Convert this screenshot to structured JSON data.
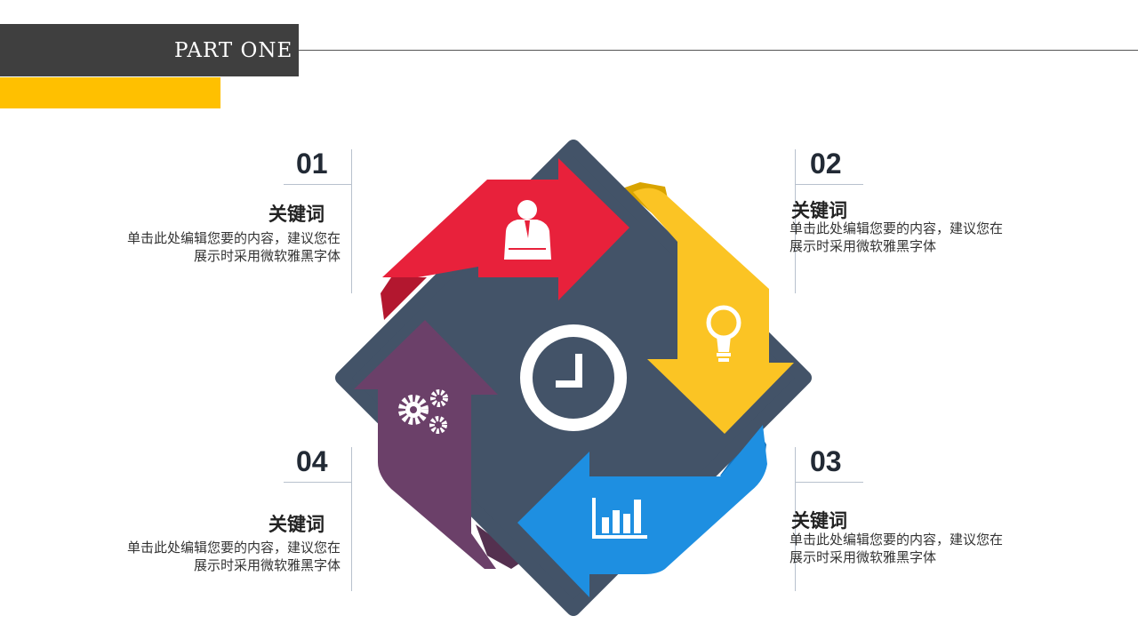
{
  "header": {
    "title": "PART ONE"
  },
  "items": [
    {
      "number": "01",
      "keyword": "关键词",
      "description": "单击此处编辑您要的内容，建议您在展示时采用微软雅黑字体",
      "color": "#e8213b",
      "icon": "businessman-icon"
    },
    {
      "number": "02",
      "keyword": "关键词",
      "description": "单击此处编辑您要的内容，建议您在展示时采用微软雅黑字体",
      "color": "#fbc424",
      "icon": "lightbulb-icon"
    },
    {
      "number": "03",
      "keyword": "关键词",
      "description": "单击此处编辑您要的内容，建议您在展示时采用微软雅黑字体",
      "color": "#1e8fe1",
      "icon": "bar-chart-icon"
    },
    {
      "number": "04",
      "keyword": "关键词",
      "description": "单击此处编辑您要的内容，建议您在展示时采用微软雅黑字体",
      "color": "#6b4069",
      "icon": "gears-icon"
    }
  ],
  "center": {
    "icon": "clock-icon",
    "color": "#435368"
  },
  "colors": {
    "accent": "#ffc000",
    "header_bg": "#3f3f3f",
    "divider": "#b8c1cd"
  }
}
